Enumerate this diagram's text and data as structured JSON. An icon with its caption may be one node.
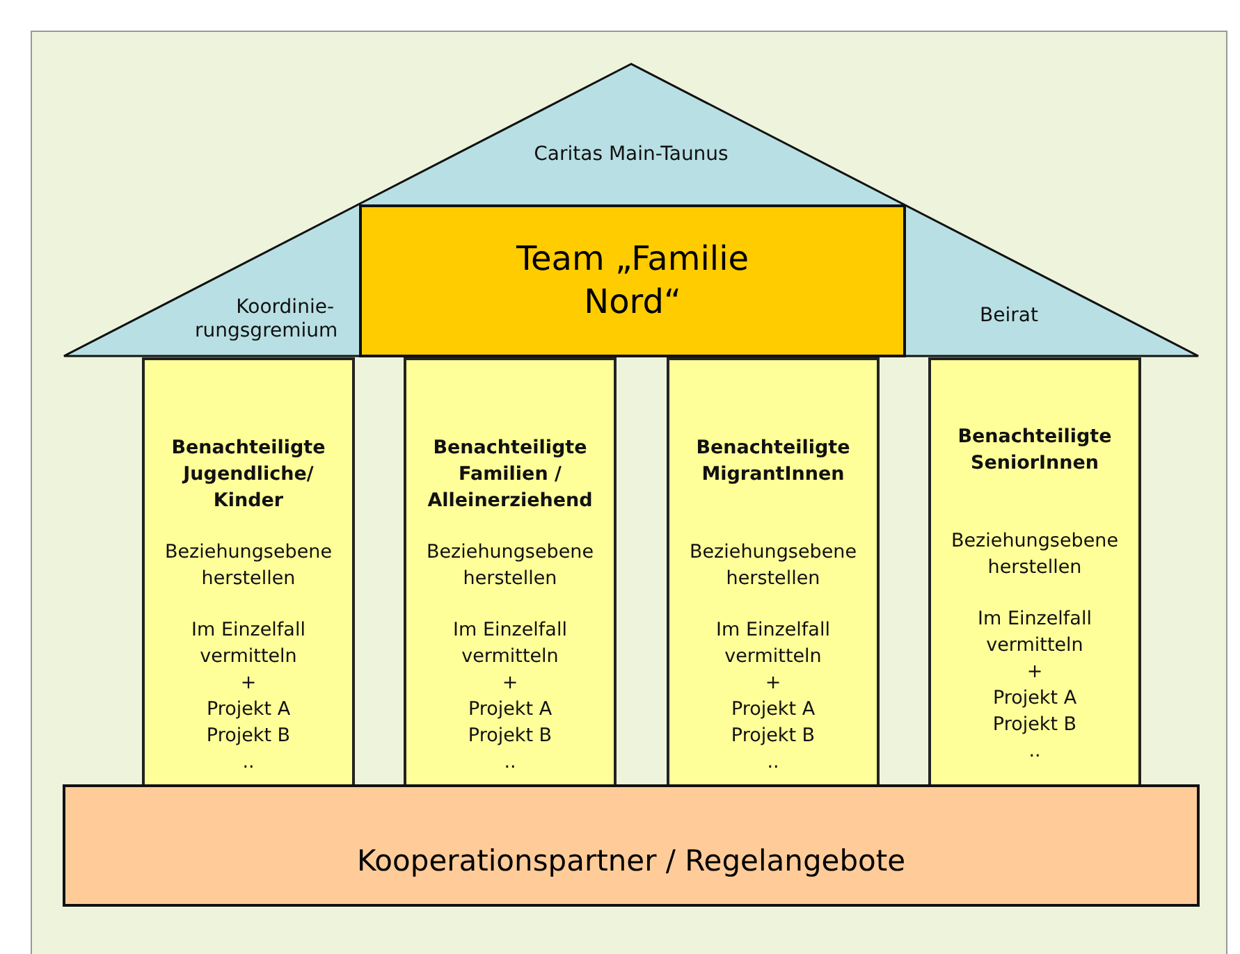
{
  "diagram": {
    "nodes": [
      {
        "text": [
          "Caritas Main-Taunus",
          "Koordinie- rungsgremium",
          "Beirat"
        ]
      },
      {
        "text": [
          "Team „Familie Nord“"
        ],
        "in": 0
      },
      {
        "text": [
          "Benachteiligte Jugendliche/ Kinder",
          "Beziehungsebene herstellen",
          "Im Einzelfall vermitteln",
          "+",
          "Projekt A",
          "Projekt B",
          ".."
        ]
      },
      {
        "text": [
          "Benachteiligte Familien / Alleinerziehend",
          "Beziehungsebene herstellen",
          "Im Einzelfall vermitteln",
          "+",
          "Projekt A",
          "Projekt B",
          ".."
        ]
      },
      {
        "text": [
          "Benachteiligte MigrantInnen",
          "Beziehungsebene herstellen",
          "Im Einzelfall vermitteln",
          "+",
          "Projekt A",
          "Projekt B",
          ".."
        ]
      },
      {
        "text": [
          "Benachteiligte SeniorInnen",
          "Beziehungsebene herstellen",
          "Im Einzelfall vermitteln",
          "+",
          "Projekt A",
          "Projekt B",
          ".."
        ]
      },
      {
        "text": [
          "Kooperationspartner / Regelangebote"
        ]
      }
    ],
    "edges": []
  }
}
